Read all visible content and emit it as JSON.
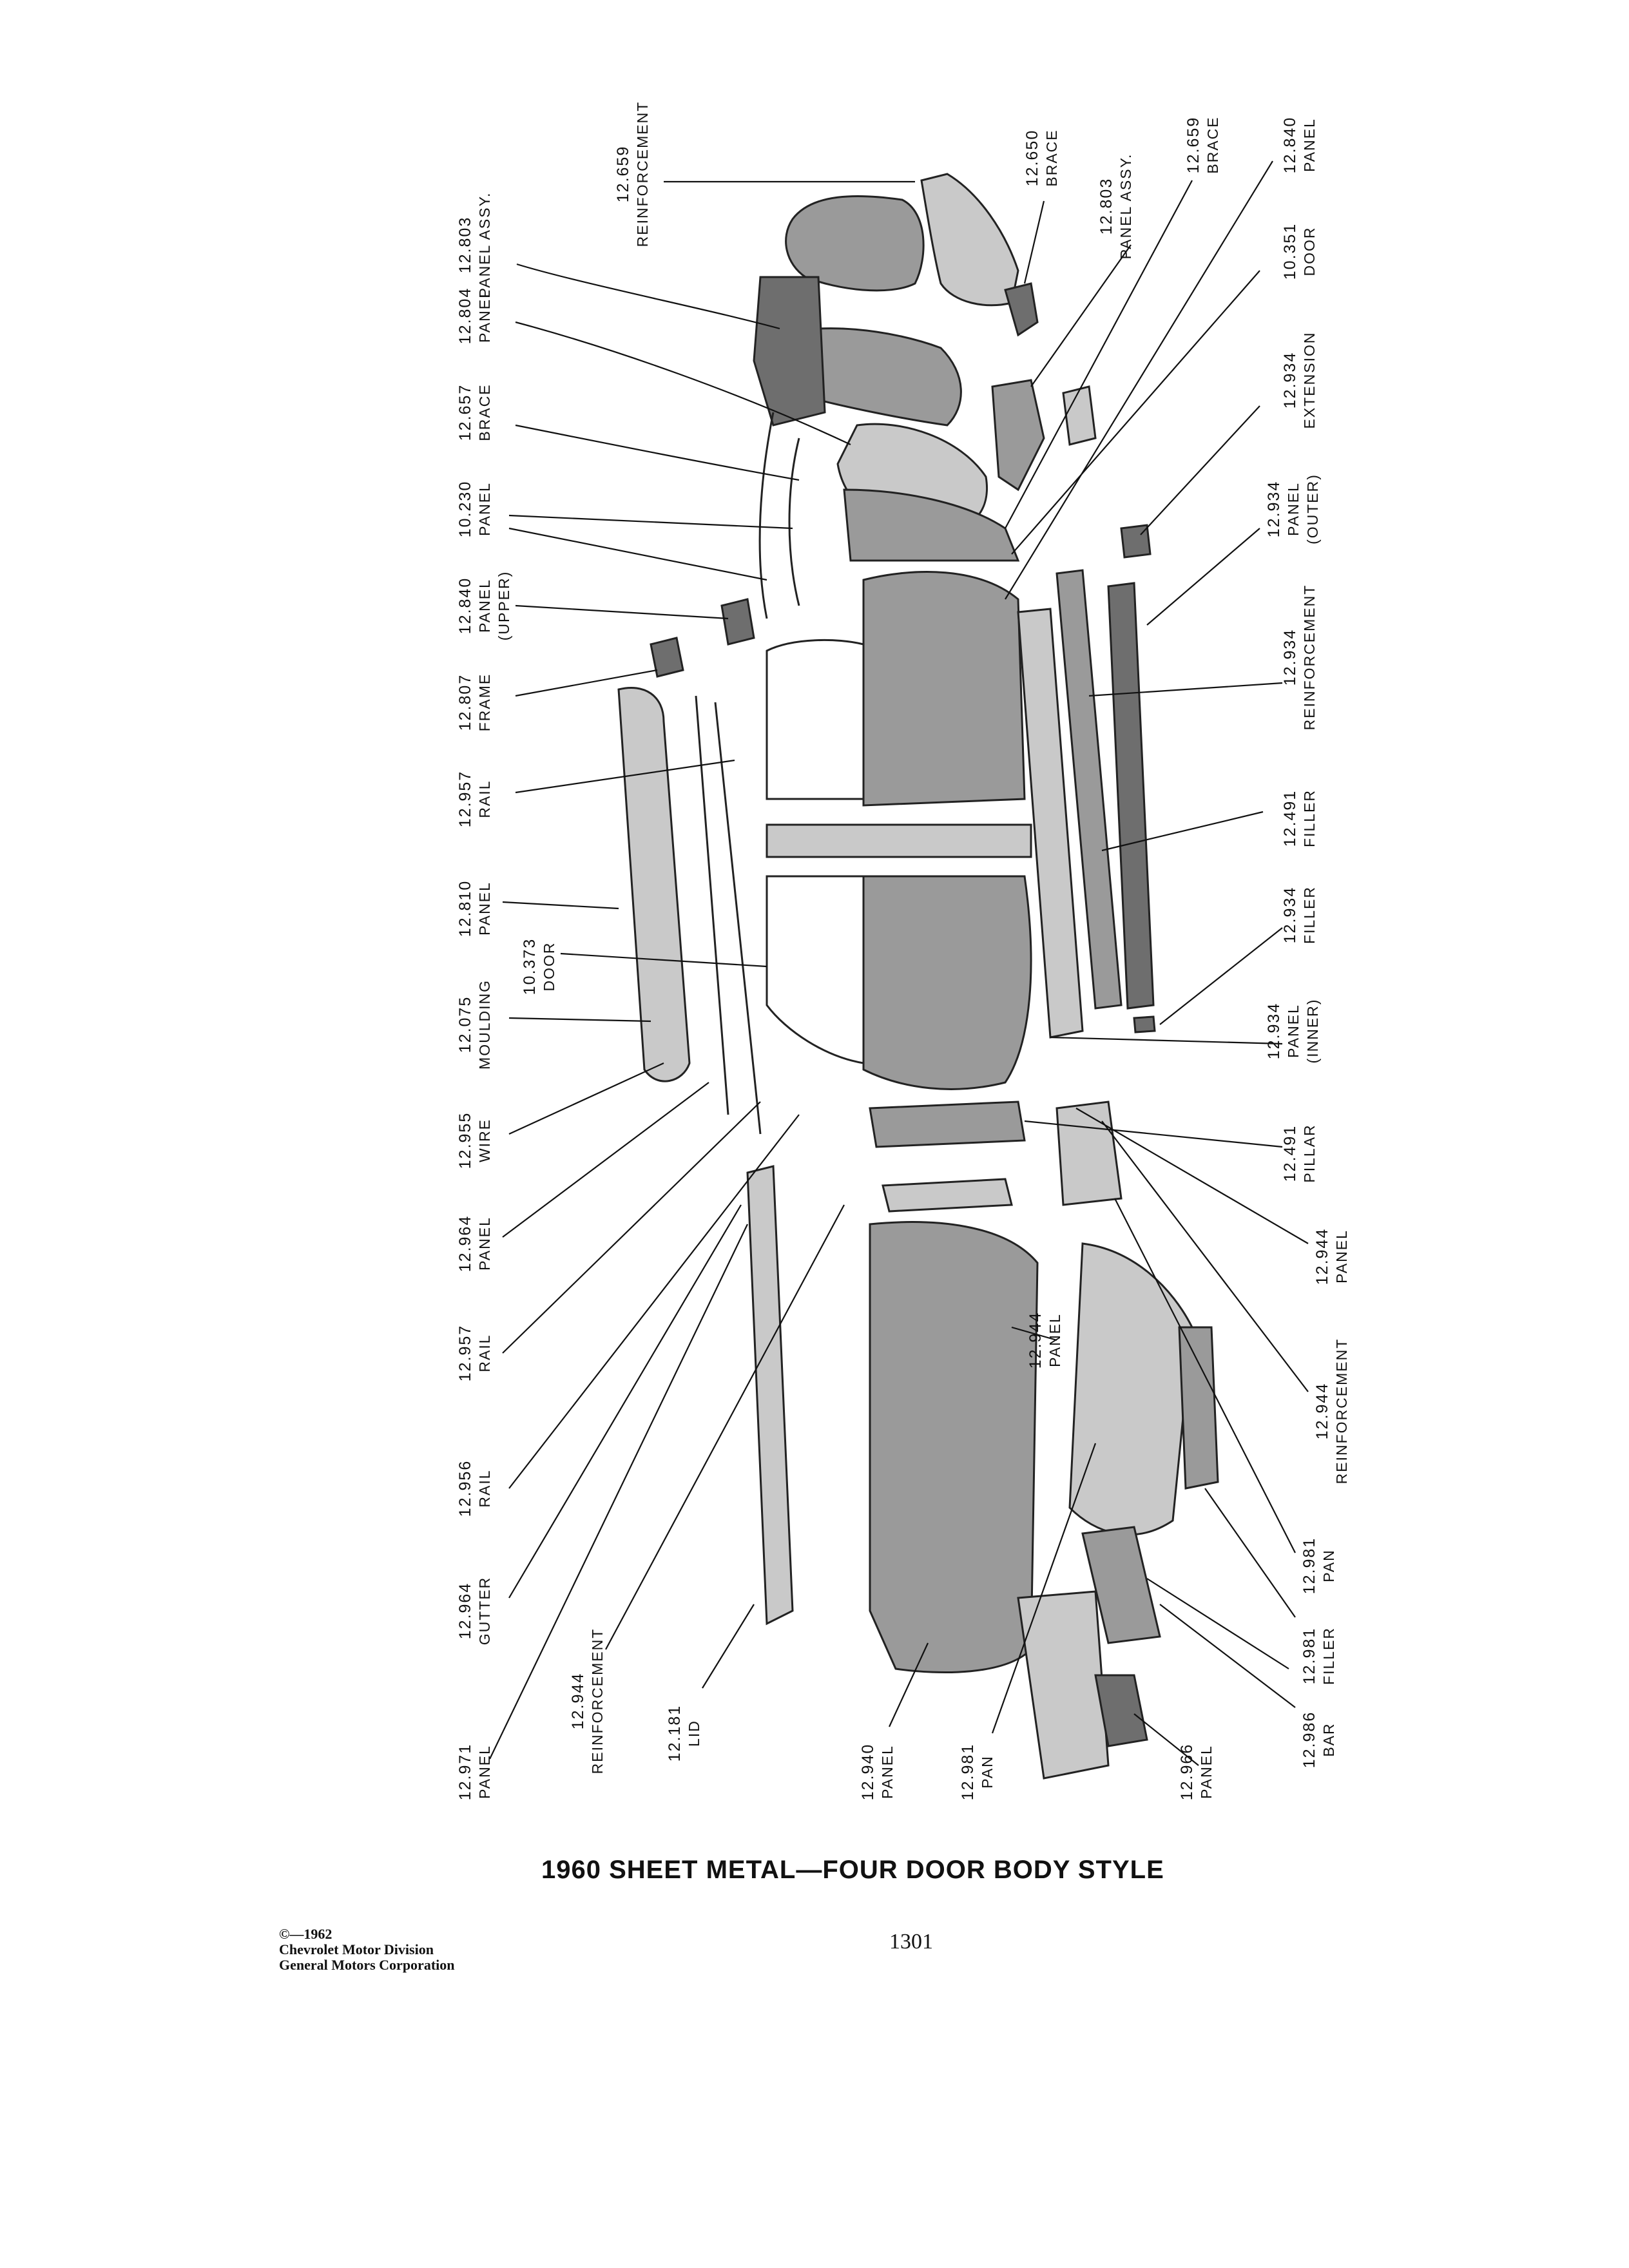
{
  "title": "1960 SHEET METAL—FOUR DOOR BODY STYLE",
  "page_number": "1301",
  "copyright": {
    "line1": "©—1962",
    "line2": "Chevrolet Motor Division",
    "line3": "General Motors Corporation"
  },
  "callouts": {
    "c01": {
      "number": "12.803",
      "name": "PANEL ASSY."
    },
    "c02": {
      "number": "12.659",
      "name": "REINFORCEMENT"
    },
    "c03": {
      "number": "12.650",
      "name": "BRACE"
    },
    "c04": {
      "number": "12.803",
      "name": "PANEL ASSY."
    },
    "c05": {
      "number": "12.659",
      "name": "BRACE"
    },
    "c06": {
      "number": "12.840",
      "name": "PANEL"
    },
    "c07": {
      "number": "12.804",
      "name": "PANEL"
    },
    "c08": {
      "number": "10.351",
      "name": "DOOR"
    },
    "c09": {
      "number": "12.657",
      "name": "BRACE"
    },
    "c10": {
      "number": "12.934",
      "name": "EXTENSION"
    },
    "c11": {
      "number": "10.230",
      "name": "PANEL"
    },
    "c12": {
      "number": "12.934",
      "name": "PANEL",
      "name2": "(OUTER)"
    },
    "c13": {
      "number": "12.840",
      "name": "PANEL",
      "name2": "(UPPER)"
    },
    "c14": {
      "number": "12.934",
      "name": "REINFORCEMENT"
    },
    "c15": {
      "number": "12.807",
      "name": "FRAME"
    },
    "c16": {
      "number": "12.957",
      "name": "RAIL"
    },
    "c17": {
      "number": "12.491",
      "name": "FILLER"
    },
    "c18": {
      "number": "12.810",
      "name": "PANEL"
    },
    "c19": {
      "number": "12.934",
      "name": "FILLER"
    },
    "c20": {
      "number": "10.373",
      "name": "DOOR"
    },
    "c21": {
      "number": "12.075",
      "name": "MOULDING"
    },
    "c22": {
      "number": "12.934",
      "name": "PANEL",
      "name2": "(INNER)"
    },
    "c23": {
      "number": "12.955",
      "name": "WIRE"
    },
    "c24": {
      "number": "12.491",
      "name": "PILLAR"
    },
    "c25": {
      "number": "12.964",
      "name": "PANEL"
    },
    "c26": {
      "number": "12.944",
      "name": "PANEL"
    },
    "c27": {
      "number": "12.957",
      "name": "RAIL"
    },
    "c28": {
      "number": "12.944",
      "name": "PANEL"
    },
    "c29": {
      "number": "12.944",
      "name": "REINFORCEMENT"
    },
    "c30": {
      "number": "12.956",
      "name": "RAIL"
    },
    "c31": {
      "number": "12.964",
      "name": "GUTTER"
    },
    "c32": {
      "number": "12.981",
      "name": "PAN"
    },
    "c33": {
      "number": "12.944",
      "name": "REINFORCEMENT"
    },
    "c34": {
      "number": "12.981",
      "name": "FILLER"
    },
    "c35": {
      "number": "12.181",
      "name": "LID"
    },
    "c36": {
      "number": "12.971",
      "name": "PANEL"
    },
    "c37": {
      "number": "12.940",
      "name": "PANEL"
    },
    "c38": {
      "number": "12.981",
      "name": "PAN"
    },
    "c39": {
      "number": "12.966",
      "name": "PANEL"
    },
    "c40": {
      "number": "12.986",
      "name": "BAR"
    }
  }
}
